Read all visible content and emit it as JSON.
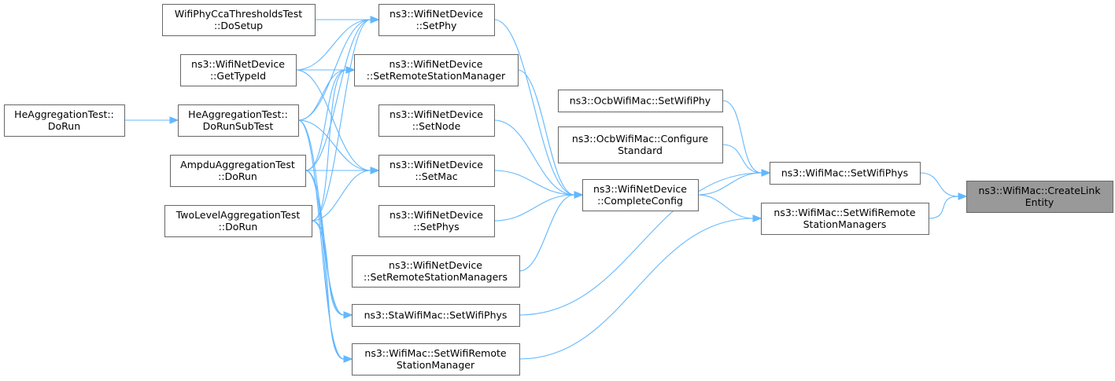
{
  "graph": {
    "target": "ns3::WifiMac::CreateLinkEntity",
    "edge_color": "#63b8ff",
    "box_stroke": "#666666",
    "target_fill": "#999999",
    "nodes": [
      {
        "id": "create_link_entity",
        "lines": [
          "ns3::WifiMac::CreateLink",
          "Entity"
        ],
        "target": true
      },
      {
        "id": "set_wifi_phys",
        "lines": [
          "ns3::WifiMac::SetWifiPhys"
        ]
      },
      {
        "id": "set_wifi_remote_station_managers",
        "lines": [
          "ns3::WifiMac::SetWifiRemote",
          "StationManagers"
        ]
      },
      {
        "id": "ocb_set_wifi_phy",
        "lines": [
          "ns3::OcbWifiMac::SetWifiPhy"
        ]
      },
      {
        "id": "ocb_configure_standard",
        "lines": [
          "ns3::OcbWifiMac::Configure",
          "Standard"
        ]
      },
      {
        "id": "complete_config",
        "lines": [
          "ns3::WifiNetDevice",
          "::CompleteConfig"
        ]
      },
      {
        "id": "sta_set_wifi_phys",
        "lines": [
          "ns3::StaWifiMac::SetWifiPhys"
        ]
      },
      {
        "id": "set_wifi_remote_station_manager",
        "lines": [
          "ns3::WifiMac::SetWifiRemote",
          "StationManager"
        ]
      },
      {
        "id": "set_phy",
        "lines": [
          "ns3::WifiNetDevice",
          "::SetPhy"
        ]
      },
      {
        "id": "set_remote_station_manager",
        "lines": [
          "ns3::WifiNetDevice",
          "::SetRemoteStationManager"
        ]
      },
      {
        "id": "set_node",
        "lines": [
          "ns3::WifiNetDevice",
          "::SetNode"
        ]
      },
      {
        "id": "set_mac",
        "lines": [
          "ns3::WifiNetDevice",
          "::SetMac"
        ]
      },
      {
        "id": "set_phys",
        "lines": [
          "ns3::WifiNetDevice",
          "::SetPhys"
        ]
      },
      {
        "id": "set_remote_station_managers",
        "lines": [
          "ns3::WifiNetDevice",
          "::SetRemoteStationManagers"
        ]
      },
      {
        "id": "cca_thresholds_setup",
        "lines": [
          "WifiPhyCcaThresholdsTest",
          "::DoSetup"
        ]
      },
      {
        "id": "get_type_id",
        "lines": [
          "ns3::WifiNetDevice",
          "::GetTypeId"
        ]
      },
      {
        "id": "he_do_run_sub_test",
        "lines": [
          "HeAggregationTest::",
          "DoRunSubTest"
        ]
      },
      {
        "id": "ampdu_do_run",
        "lines": [
          "AmpduAggregationTest",
          "::DoRun"
        ]
      },
      {
        "id": "two_level_do_run",
        "lines": [
          "TwoLevelAggregationTest",
          "::DoRun"
        ]
      },
      {
        "id": "he_do_run",
        "lines": [
          "HeAggregationTest::",
          "DoRun"
        ]
      }
    ],
    "edges": [
      {
        "from": "set_wifi_phys",
        "to": "create_link_entity"
      },
      {
        "from": "set_wifi_remote_station_managers",
        "to": "create_link_entity"
      },
      {
        "from": "ocb_set_wifi_phy",
        "to": "set_wifi_phys"
      },
      {
        "from": "ocb_configure_standard",
        "to": "set_wifi_phys"
      },
      {
        "from": "complete_config",
        "to": "set_wifi_phys"
      },
      {
        "from": "sta_set_wifi_phys",
        "to": "set_wifi_phys"
      },
      {
        "from": "complete_config",
        "to": "set_wifi_remote_station_managers"
      },
      {
        "from": "set_wifi_remote_station_manager",
        "to": "set_wifi_remote_station_managers"
      },
      {
        "from": "set_phy",
        "to": "complete_config"
      },
      {
        "from": "set_remote_station_manager",
        "to": "complete_config"
      },
      {
        "from": "set_node",
        "to": "complete_config"
      },
      {
        "from": "set_mac",
        "to": "complete_config"
      },
      {
        "from": "set_phys",
        "to": "complete_config"
      },
      {
        "from": "set_remote_station_managers",
        "to": "complete_config"
      },
      {
        "from": "cca_thresholds_setup",
        "to": "set_phy"
      },
      {
        "from": "get_type_id",
        "to": "set_phy"
      },
      {
        "from": "he_do_run_sub_test",
        "to": "set_phy"
      },
      {
        "from": "ampdu_do_run",
        "to": "set_phy"
      },
      {
        "from": "two_level_do_run",
        "to": "set_phy"
      },
      {
        "from": "get_type_id",
        "to": "set_remote_station_manager"
      },
      {
        "from": "he_do_run_sub_test",
        "to": "set_remote_station_manager"
      },
      {
        "from": "ampdu_do_run",
        "to": "set_remote_station_manager"
      },
      {
        "from": "two_level_do_run",
        "to": "set_remote_station_manager"
      },
      {
        "from": "get_type_id",
        "to": "set_mac"
      },
      {
        "from": "he_do_run_sub_test",
        "to": "set_mac"
      },
      {
        "from": "ampdu_do_run",
        "to": "set_mac"
      },
      {
        "from": "two_level_do_run",
        "to": "set_mac"
      },
      {
        "from": "he_do_run_sub_test",
        "to": "sta_set_wifi_phys"
      },
      {
        "from": "ampdu_do_run",
        "to": "sta_set_wifi_phys"
      },
      {
        "from": "two_level_do_run",
        "to": "sta_set_wifi_phys"
      },
      {
        "from": "he_do_run_sub_test",
        "to": "set_wifi_remote_station_manager"
      },
      {
        "from": "ampdu_do_run",
        "to": "set_wifi_remote_station_manager"
      },
      {
        "from": "two_level_do_run",
        "to": "set_wifi_remote_station_manager"
      },
      {
        "from": "he_do_run",
        "to": "he_do_run_sub_test"
      }
    ]
  }
}
